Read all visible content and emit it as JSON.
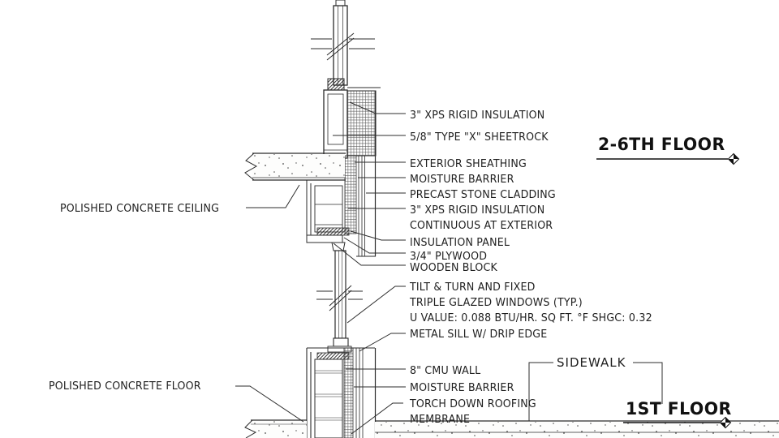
{
  "colors": {
    "line": "#2b2b2b",
    "text": "#1f1f1f",
    "background": "#ffffff"
  },
  "levels": {
    "upper": "2-6TH FLOOR",
    "lower": "1ST FLOOR",
    "sidewalk": "SIDEWALK"
  },
  "callouts": {
    "left": {
      "ceiling": "POLISHED CONCRETE CEILING",
      "floor": "POLISHED CONCRETE FLOOR"
    },
    "right": {
      "xps_top": "3\" XPS RIGID INSULATION",
      "sheetrock": "5/8\" TYPE \"X\" SHEETROCK",
      "exterior_sheathing": "EXTERIOR SHEATHING",
      "moisture_barrier_upper": "MOISTURE BARRIER",
      "precast_cladding": "PRECAST STONE CLADDING",
      "xps_continuous_1": "3\" XPS RIGID INSULATION",
      "xps_continuous_2": "CONTINUOUS AT EXTERIOR",
      "insulation_panel": "INSULATION PANEL",
      "plywood": "3/4\" PLYWOOD",
      "wooden_block": "WOODEN BLOCK",
      "window_1": "TILT & TURN AND FIXED",
      "window_2": "TRIPLE GLAZED WINDOWS (TYP.)",
      "window_3": "U VALUE: 0.088 BTU/HR. SQ FT. °F SHGC: 0.32",
      "metal_sill": "METAL SILL W/ DRIP EDGE",
      "cmu_wall": "8\" CMU WALL",
      "moisture_barrier_lower": "MOISTURE BARRIER",
      "torch_roofing_1": "TORCH DOWN ROOFING",
      "torch_roofing_2": "MEMBRANE"
    }
  }
}
